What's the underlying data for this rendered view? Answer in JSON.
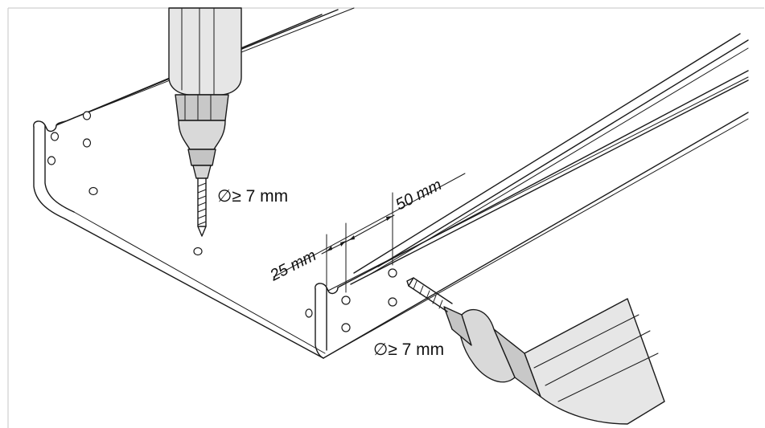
{
  "labels": {
    "hole_diameter_top": "∅≥ 7 mm",
    "hole_diameter_bottom": "∅≥ 7 mm",
    "dimension_edge": "25 mm",
    "dimension_spacing": "50 mm"
  },
  "colors": {
    "ink": "#1a1a1a",
    "drill_light": "#e6e6e6",
    "drill_mid": "#c8c8c8",
    "drill_dark": "#a9a9a9",
    "frame": "#cfcfcf"
  }
}
